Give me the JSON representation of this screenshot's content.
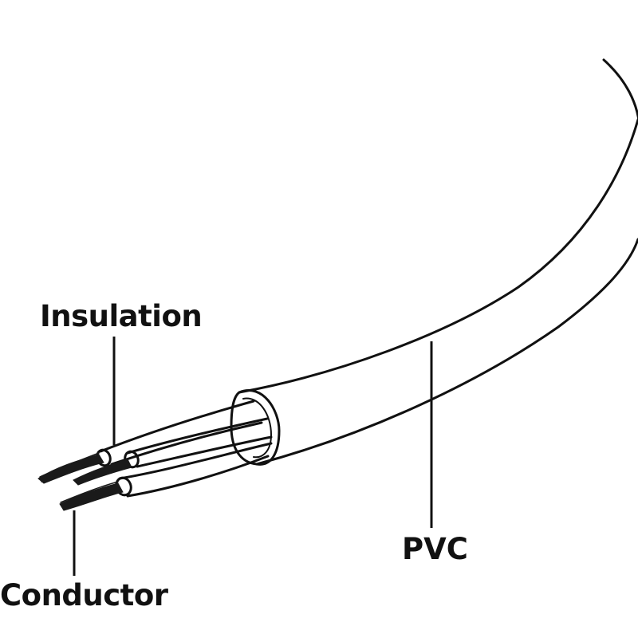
{
  "labels": {
    "insulation": "Insulation",
    "conductor": "Conductor",
    "pvc": "PVC"
  },
  "colors": {
    "line": "#111111",
    "background": "#ffffff",
    "strand": "#1a1a1a"
  }
}
